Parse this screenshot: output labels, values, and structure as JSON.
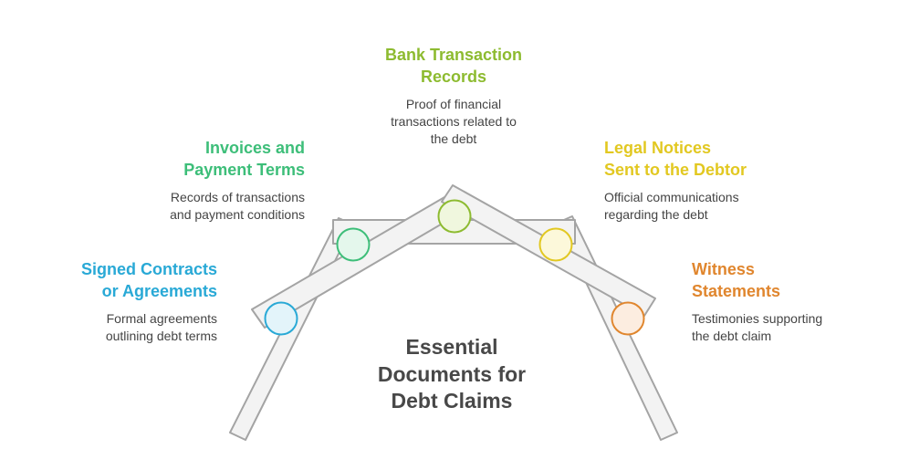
{
  "title": [
    "Essential",
    "Documents for",
    "Debt Claims"
  ],
  "items": [
    {
      "key": "signed-contracts",
      "heading": [
        "Signed Contracts",
        "or Agreements"
      ],
      "description": [
        "Formal agreements",
        "outlining debt terms"
      ],
      "color": "#29A9D6",
      "fill": "#E3F4FA"
    },
    {
      "key": "invoices",
      "heading": [
        "Invoices and",
        "Payment Terms"
      ],
      "description": [
        "Records of transactions",
        "and payment conditions"
      ],
      "color": "#3DBE79",
      "fill": "#E4F7EC"
    },
    {
      "key": "bank-transaction",
      "heading": [
        "Bank Transaction",
        "Records"
      ],
      "description": [
        "Proof of financial",
        "transactions related to",
        "the debt"
      ],
      "color": "#8DBB30",
      "fill": "#F0F7DE"
    },
    {
      "key": "legal-notices",
      "heading": [
        "Legal Notices",
        "Sent to the Debtor"
      ],
      "description": [
        "Official communications",
        "regarding the debt"
      ],
      "color": "#E2C821",
      "fill": "#FCF8DA"
    },
    {
      "key": "witness-statements",
      "heading": [
        "Witness",
        "Statements"
      ],
      "description": [
        "Testimonies supporting",
        "the debt claim"
      ],
      "color": "#E0862E",
      "fill": "#FCEDE0"
    }
  ],
  "structure": {
    "stroke": "#A4A4A4",
    "fill": "#F3F3F3"
  }
}
